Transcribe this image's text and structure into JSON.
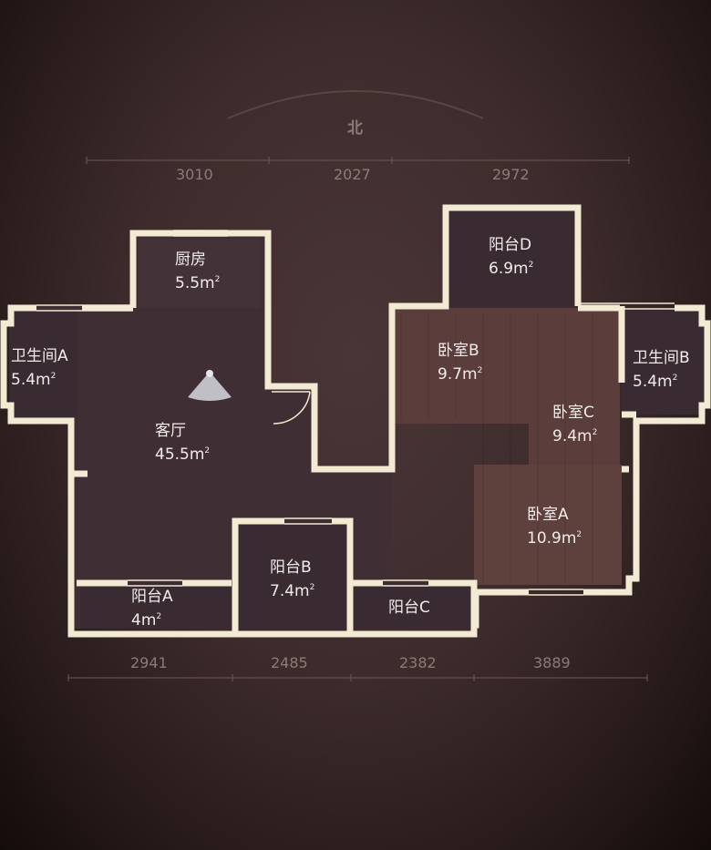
{
  "compass": {
    "label": "北"
  },
  "dimensions": {
    "top": [
      "3010",
      "2027",
      "2972"
    ],
    "bottom": [
      "2941",
      "2485",
      "2382",
      "3889"
    ]
  },
  "rooms": [
    {
      "id": "kitchen",
      "name": "厨房",
      "area": "5.5m",
      "unit_sup": "2"
    },
    {
      "id": "bathroom-a",
      "name": "卫生间A",
      "area": "5.4m",
      "unit_sup": "2"
    },
    {
      "id": "living-room",
      "name": "客厅",
      "area": "45.5m",
      "unit_sup": "2"
    },
    {
      "id": "balcony-d",
      "name": "阳台D",
      "area": "6.9m",
      "unit_sup": "2"
    },
    {
      "id": "bedroom-b",
      "name": "卧室B",
      "area": "9.7m",
      "unit_sup": "2"
    },
    {
      "id": "bathroom-b",
      "name": "卫生间B",
      "area": "5.4m",
      "unit_sup": "2"
    },
    {
      "id": "bedroom-c",
      "name": "卧室C",
      "area": "9.4m",
      "unit_sup": "2"
    },
    {
      "id": "bedroom-a",
      "name": "卧室A",
      "area": "10.9m",
      "unit_sup": "2"
    },
    {
      "id": "balcony-b",
      "name": "阳台B",
      "area": "7.4m",
      "unit_sup": "2"
    },
    {
      "id": "balcony-a",
      "name": "阳台A",
      "area": "4m",
      "unit_sup": "2"
    },
    {
      "id": "balcony-c",
      "name": "阳台C",
      "area": "",
      "unit_sup": ""
    }
  ],
  "colors": {
    "wall": "#f2ead2",
    "floor_dark": "#3f2f34",
    "floor_wood": "#5b3d3b",
    "dimension_text": "#8b7b78"
  }
}
